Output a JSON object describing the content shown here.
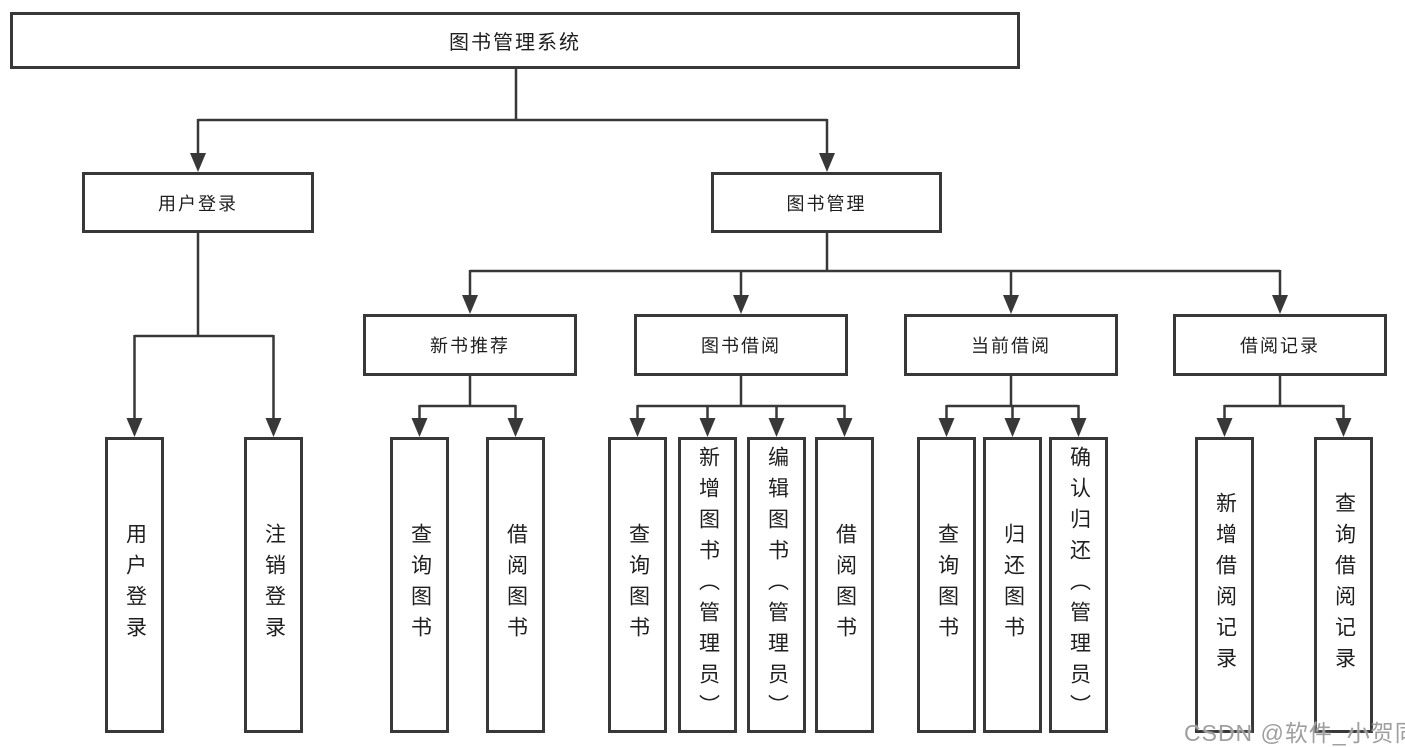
{
  "diagram": {
    "root": {
      "label": "图书管理系统"
    },
    "branches": [
      {
        "label": "用户登录",
        "children": [
          {
            "label": "用户登录"
          },
          {
            "label": "注销登录"
          }
        ]
      },
      {
        "label": "图书管理",
        "children": [
          {
            "label": "新书推荐",
            "children": [
              {
                "label": "查询图书"
              },
              {
                "label": "借阅图书"
              }
            ]
          },
          {
            "label": "图书借阅",
            "children": [
              {
                "label": "查询图书"
              },
              {
                "label": "新增图书（管理员）"
              },
              {
                "label": "编辑图书（管理员）"
              },
              {
                "label": "借阅图书"
              }
            ]
          },
          {
            "label": "当前借阅",
            "children": [
              {
                "label": "查询图书"
              },
              {
                "label": "归还图书"
              },
              {
                "label": "确认归还（管理员）"
              }
            ]
          },
          {
            "label": "借阅记录",
            "children": [
              {
                "label": "新增借阅记录"
              },
              {
                "label": "查询借阅记录"
              }
            ]
          }
        ]
      }
    ]
  },
  "watermark": {
    "text": "CSDN @软件_小贺同学"
  },
  "colors": {
    "line": "#383838",
    "border": "#383838",
    "text": "#1f1f1f",
    "background": "#ffffff",
    "watermark": "#9f9f9f"
  }
}
